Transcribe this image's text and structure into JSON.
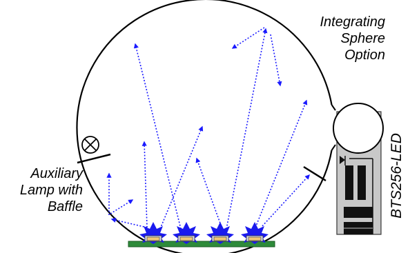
{
  "labels": {
    "sphere_line1": "Integrating",
    "sphere_line2": "Sphere",
    "sphere_line3": "Option",
    "aux_line1": "Auxiliary",
    "aux_line2": "Lamp with",
    "aux_line3": "Baffle",
    "device": "BTS256-LED"
  },
  "colors": {
    "sphere_outline": "#000000",
    "ray": "#1a1aff",
    "led_star": "#1a1aee",
    "led_base": "#f0c878",
    "led_holder": "#d8d8e8",
    "board": "#2e8b3a",
    "device_body": "#c8c8c8",
    "device_parts": "#111111"
  },
  "icons": {
    "aux_lamp": "lamp-cross-icon",
    "led": "led-star-icon",
    "device": "spectrometer-device-icon"
  }
}
